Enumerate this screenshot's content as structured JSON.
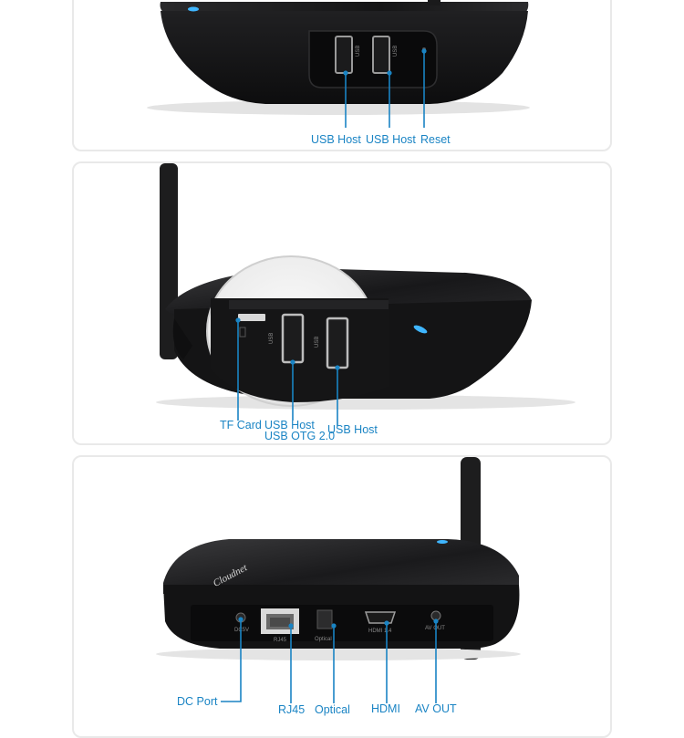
{
  "panels": [
    {
      "labels": {
        "usb_host_1": "USB Host",
        "usb_host_2": "USB Host",
        "reset": "Reset"
      }
    },
    {
      "labels": {
        "tf_card": "TF Card",
        "usb_host": "USB Host",
        "usb_otg": "USB OTG 2.0",
        "usb_host_right": "USB Host"
      }
    },
    {
      "labels": {
        "dc_port": "DC Port",
        "rj45": "RJ45",
        "optical": "Optical",
        "hdmi": "HDMI",
        "av_out": "AV OUT"
      },
      "device_text": {
        "brand": "Cloudnet",
        "dc5v": "DC5V",
        "rj45": "RJ45",
        "optical": "Optical",
        "hdmi": "HDMI 1.4",
        "av_out": "AV OUT"
      }
    }
  ],
  "colors": {
    "callout": "#1a84c4",
    "device_body": "#1c1c1e",
    "led": "#3fb6ff"
  }
}
